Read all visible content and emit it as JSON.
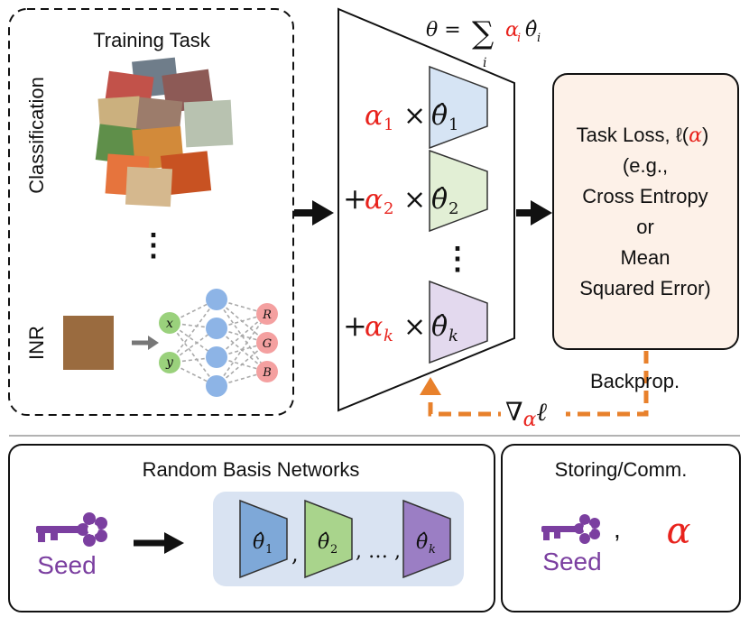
{
  "training_task": {
    "title": "Training Task",
    "classification_label": "Classification",
    "dots": "⋮",
    "inr_label": "INR",
    "inr_inputs": [
      "x",
      "y"
    ],
    "inr_outputs": [
      "R",
      "G",
      "B"
    ]
  },
  "model": {
    "theta_label": "θ =",
    "sum_symbol": "∑",
    "sum_index": "i",
    "alpha_i": "α",
    "alpha_i_sub": "i",
    "theta_i": "θ̂",
    "theta_i_sub": "i",
    "rows": [
      {
        "prefix": "",
        "alpha": "α",
        "alpha_sub": "1",
        "times": "×",
        "theta": "θ̂",
        "theta_sub": "1"
      },
      {
        "prefix": "+",
        "alpha": "α",
        "alpha_sub": "2",
        "times": "×",
        "theta": "θ̂",
        "theta_sub": "2"
      },
      {
        "prefix": "+",
        "alpha": "α",
        "alpha_sub": "k",
        "times": "×",
        "theta": "θ̂",
        "theta_sub": "k"
      }
    ],
    "dots": "⋮"
  },
  "loss_box": {
    "lines": [
      "Task Loss, ℓ(",
      "(e.g.,",
      "Cross Entropy",
      "or",
      "Mean",
      "Squared Error)"
    ],
    "alpha": "α",
    "close": ")"
  },
  "backprop": {
    "label": "Backprop.",
    "nabla": "∇",
    "alpha": "α",
    "ell": "ℓ"
  },
  "random_basis": {
    "title": "Random Basis Networks",
    "seed_label": "Seed",
    "thetas": [
      {
        "theta": "θ̂",
        "sub": "1"
      },
      {
        "theta": "θ̂",
        "sub": "2"
      },
      {
        "theta": "θ̂",
        "sub": "k"
      }
    ],
    "separators": [
      ",",
      ", … ,"
    ]
  },
  "storing": {
    "title": "Storing/Comm.",
    "seed_label": "Seed",
    "comma": ",",
    "alpha": "α"
  },
  "colors": {
    "alpha_red": "#e8231d",
    "orange": "#e8812c",
    "purple": "#7b3fa0",
    "blue_fill": "#d6e4f4",
    "green_fill": "#e2efd5",
    "lilac_fill": "#e3d9ee",
    "loss_fill": "#fdf1e8",
    "basis_bg": "#d9e3f2"
  }
}
